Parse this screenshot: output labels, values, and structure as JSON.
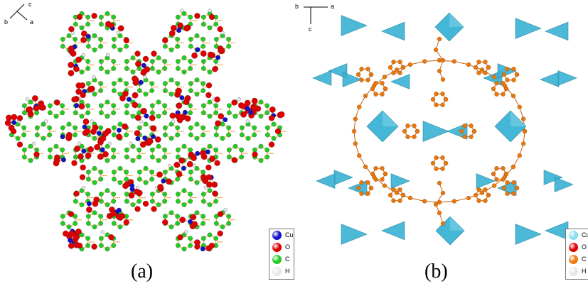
{
  "panel_a": {
    "caption": "(a)",
    "axes": {
      "b": "b",
      "c": "c",
      "a": "a"
    },
    "legend": [
      {
        "label": "Cu",
        "color": "#1010c8"
      },
      {
        "label": "O",
        "color": "#e00000"
      },
      {
        "label": "C",
        "color": "#22cc22"
      },
      {
        "label": "H",
        "color": "#e8e8e8"
      }
    ],
    "bond_color": "#f0a030"
  },
  "panel_b": {
    "caption": "(b)",
    "axes": {
      "b": "b",
      "a": "a",
      "c": "c"
    },
    "legend": [
      {
        "label": "Cu",
        "color": "#88dff0"
      },
      {
        "label": "O",
        "color": "#e00000"
      },
      {
        "label": "C",
        "color": "#f07a10"
      },
      {
        "label": "H",
        "color": "#e8e8e8"
      }
    ],
    "polyhedron_color": "#3cb4d4",
    "atom_color": "#e8780e"
  }
}
